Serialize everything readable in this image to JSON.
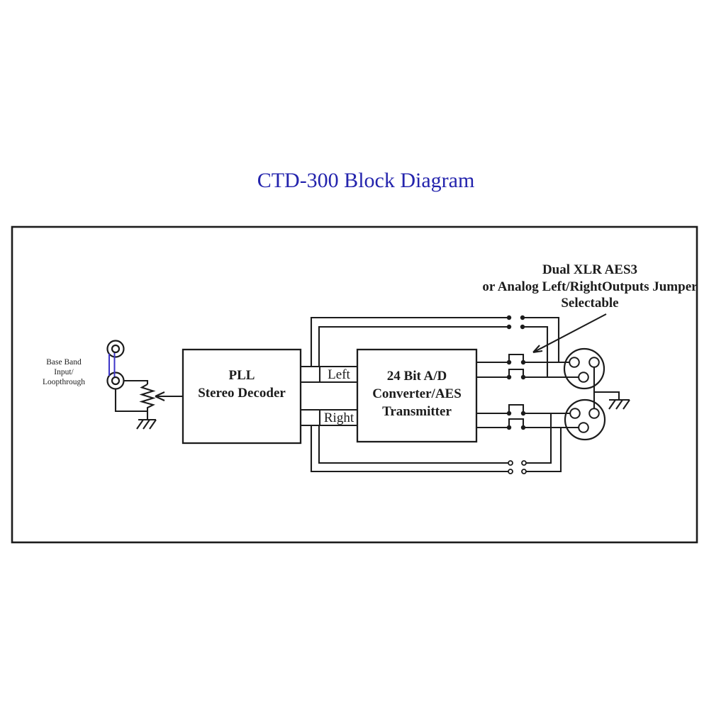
{
  "title": "CTD-300 Block Diagram",
  "annotation": {
    "line1": "Dual XLR AES3",
    "line2": "or Analog Left/RightOutputs Jumper",
    "line3": "Selectable"
  },
  "input_label": {
    "line1": "Base Band",
    "line2": "Input/",
    "line3": "Loopthrough"
  },
  "blocks": {
    "pll": {
      "line1": "PLL",
      "line2": "Stereo Decoder"
    },
    "adc": {
      "line1": "24 Bit A/D",
      "line2": "Converter/AES",
      "line3": "Transmitter"
    }
  },
  "channels": {
    "left": "Left",
    "right": "Right"
  },
  "colors": {
    "ink": "#1c1c1c",
    "title_blue": "#2424ad",
    "loop_blue": "#3c35c8"
  }
}
